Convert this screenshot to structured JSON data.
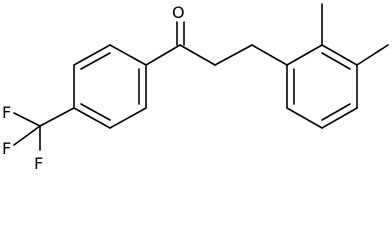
{
  "molecule": {
    "atoms": {
      "oxygen": "O",
      "fluorine_1": "F",
      "fluorine_2": "F",
      "fluorine_3": "F"
    }
  }
}
